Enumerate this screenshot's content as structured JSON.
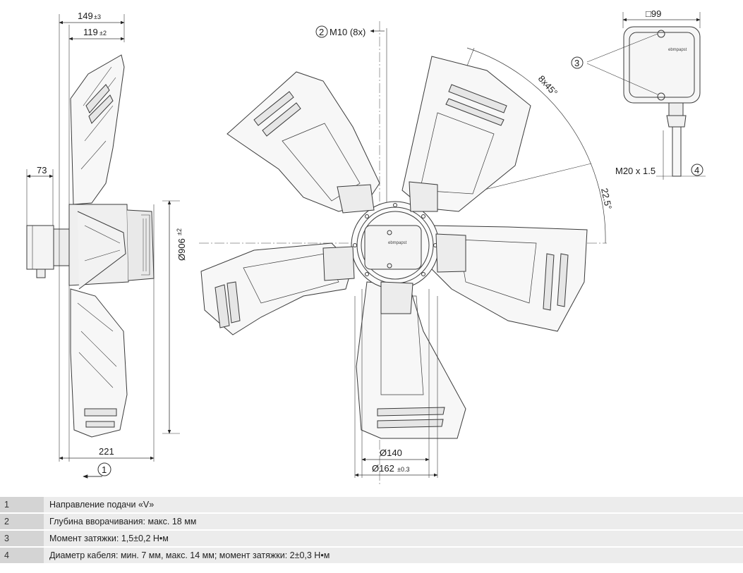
{
  "dimensions": {
    "width_149": "149",
    "tol_149": "±3",
    "width_119": "119",
    "tol_119": "±2",
    "dim_73": "73",
    "dim_221": "221",
    "diameter_906": "Ø906",
    "tol_906": "±2",
    "screw": "M10 (8x)",
    "angle_pitch": "8x45°",
    "angle_offset": "22.5°",
    "diameter_140": "Ø140",
    "diameter_162": "Ø162",
    "tol_162": "±0.3",
    "box_size": "□99",
    "cable_gland": "M20 x 1.5"
  },
  "callouts": {
    "c1": "1",
    "c2": "2",
    "c3": "3",
    "c4": "4"
  },
  "brand_label": "ebmpapst",
  "legend": [
    {
      "num": "1",
      "text": "Направление подачи «V»"
    },
    {
      "num": "2",
      "text": "Глубина вворачивания: макс. 18 мм"
    },
    {
      "num": "3",
      "text": "Момент затяжки: 1,5±0,2 Н•м"
    },
    {
      "num": "4",
      "text": "Диаметр кабеля: мин. 7 мм, макс. 14 мм; момент затяжки: 2±0,3 Н•м"
    }
  ],
  "colors": {
    "line": "#3a3a3a",
    "legend_num_bg": "#d4d4d4",
    "legend_text_bg": "#ececec"
  }
}
